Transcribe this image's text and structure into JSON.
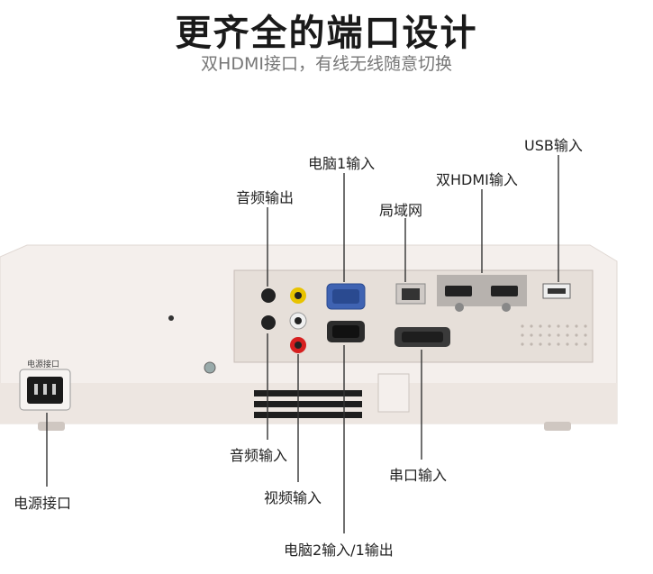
{
  "header": {
    "title": "更齐全的端口设计",
    "subtitle": "双HDMI接口，有线无线随意切换"
  },
  "labels": {
    "audio_out": "音频输出",
    "pc1_in": "电脑1输入",
    "lan": "局域网",
    "dual_hdmi": "双HDMI输入",
    "usb_in": "USB输入",
    "audio_in": "音频输入",
    "video_in": "视频输入",
    "pc2_in_out": "电脑2输入/1输出",
    "serial_in": "串口输入",
    "power": "电源接口",
    "power_small": "电源接口"
  }
}
